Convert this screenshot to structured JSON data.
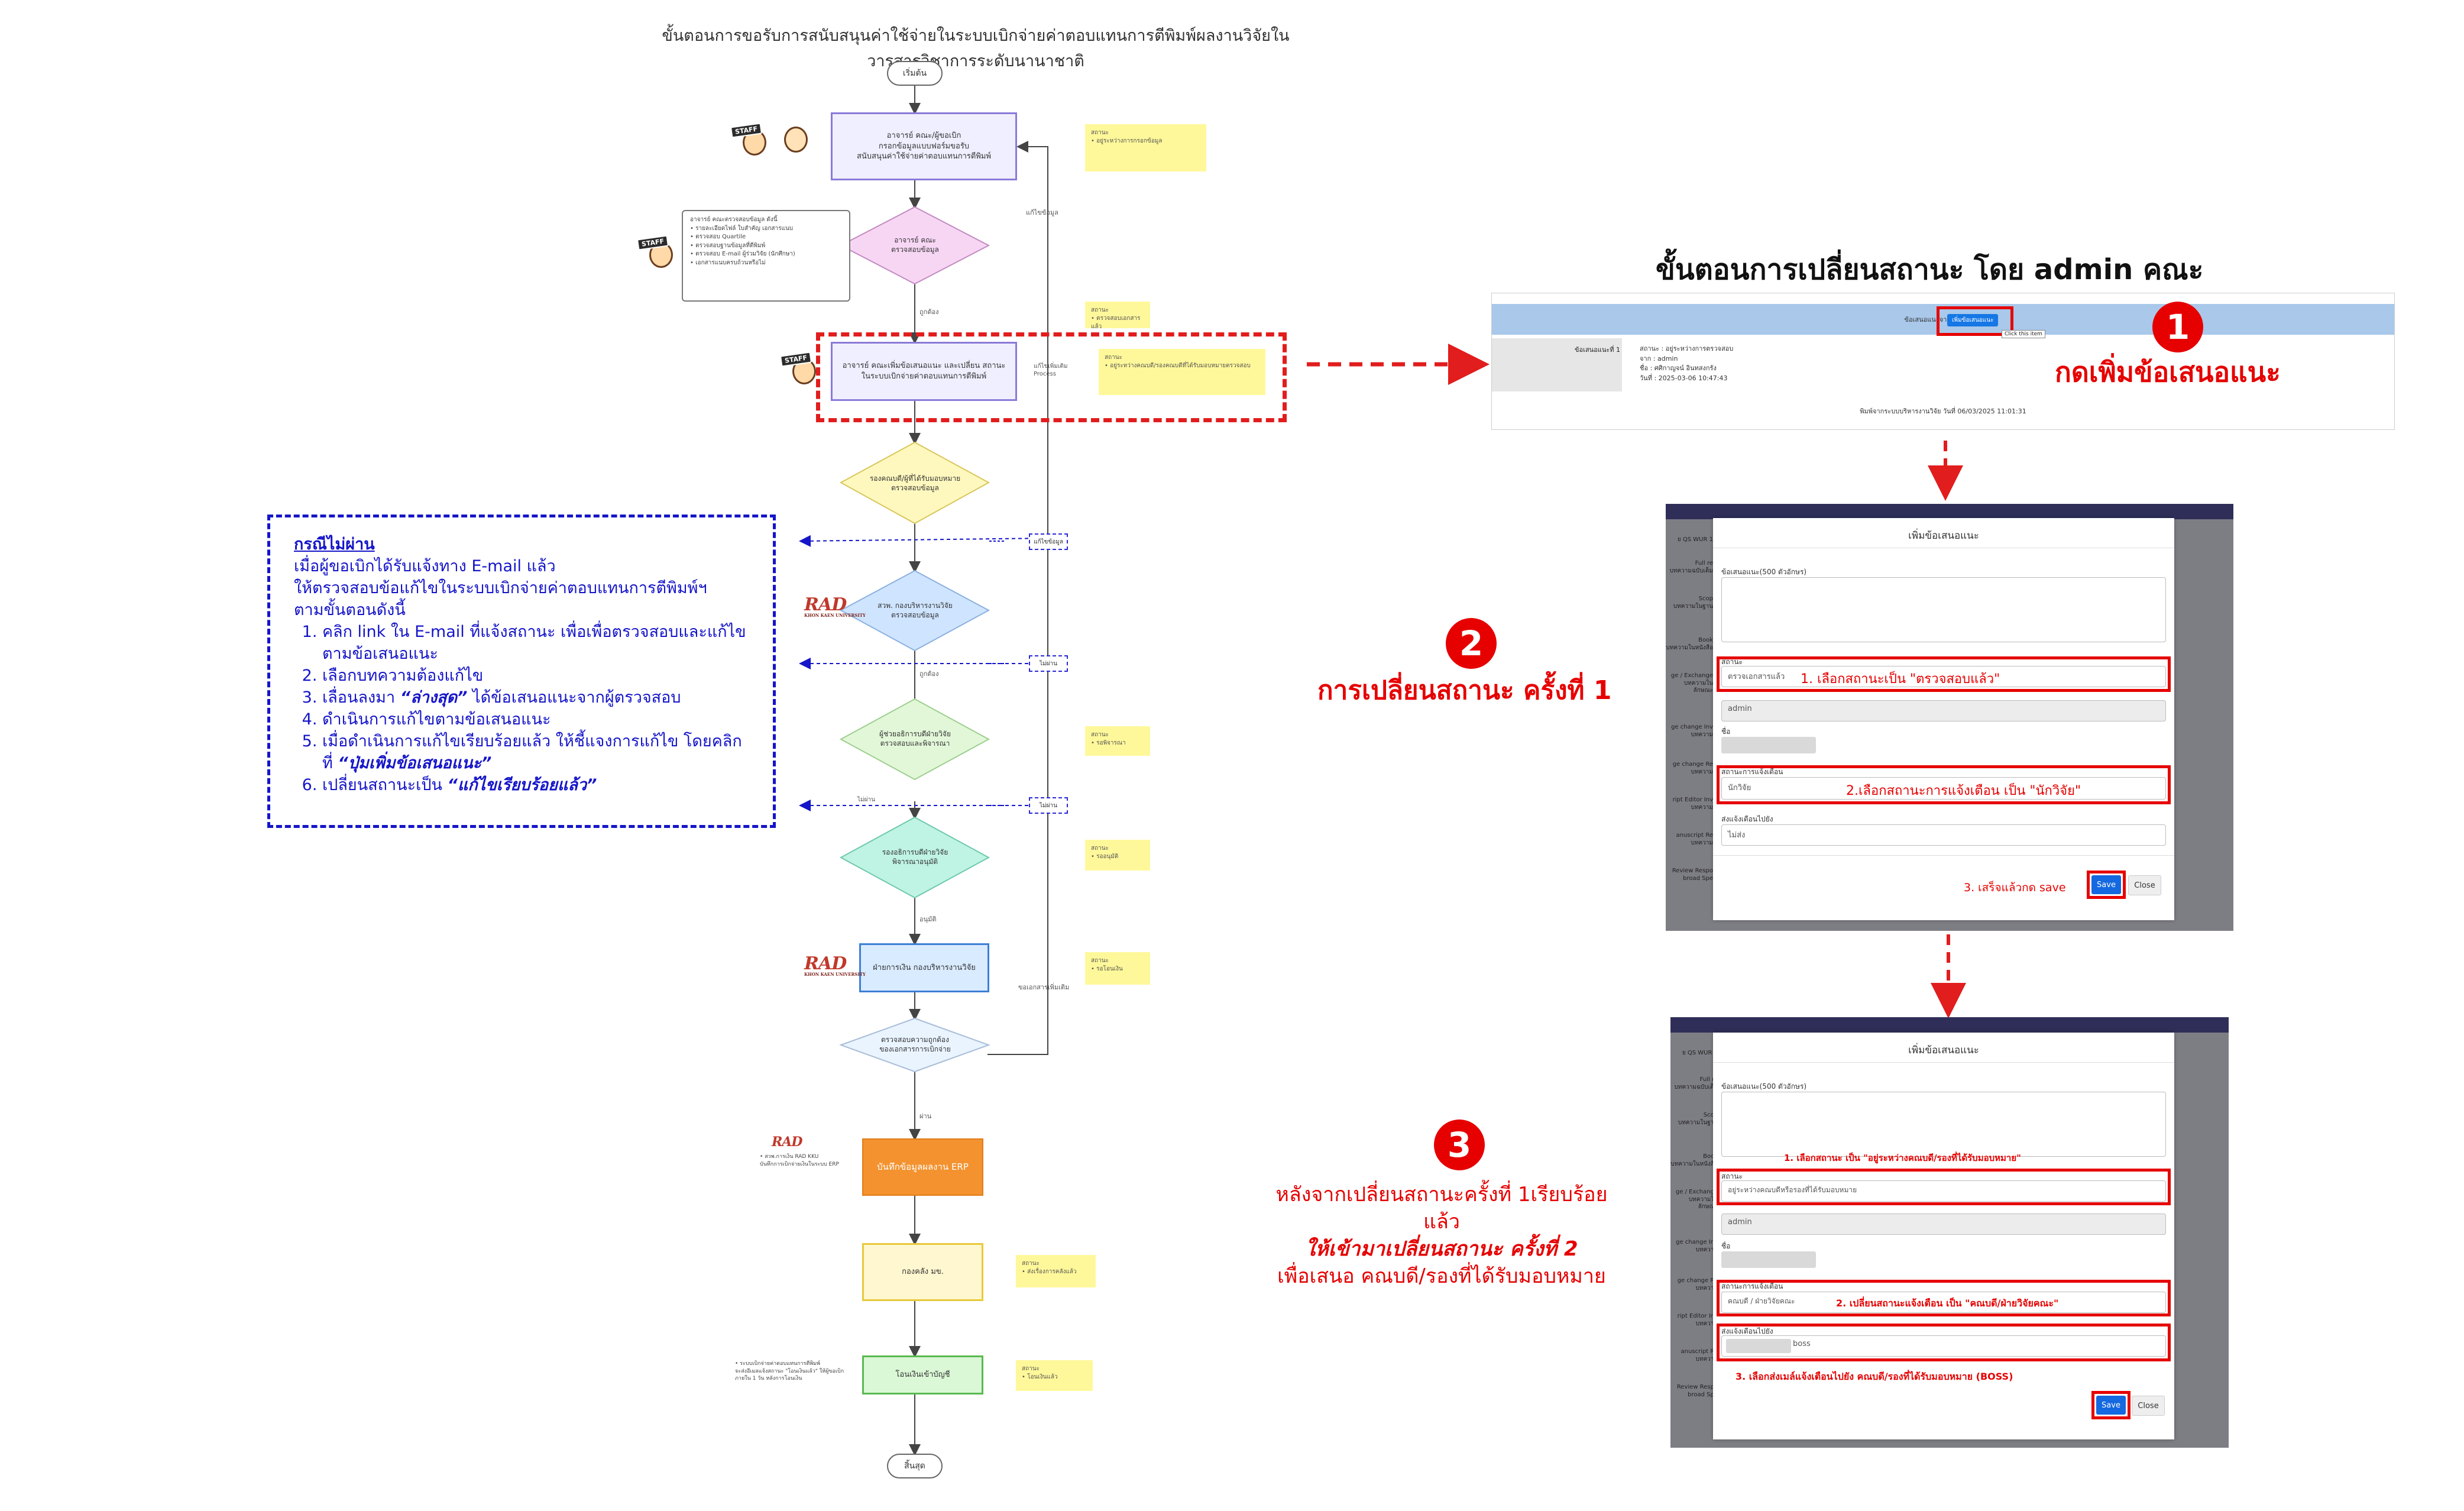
{
  "flow": {
    "title": "ขั้นตอนการขอรับการสนับสนุนค่าใช้จ่ายในระบบเบิกจ่ายค่าตอบแทนการตีพิมพ์ผลงานวิจัยในวารสารวิชาการระดับนานาชาติ",
    "start": "เริ่มต้น",
    "end": "สิ้นสุด",
    "step1": "อาจารย์ คณะ/ผู้ขอเบิก\nกรอกข้อมูลแบบฟอร์มขอรับ\nสนับสนุนค่าใช้จ่ายค่าตอบแทนการตีพิมพ์",
    "decision1": "อาจารย์ คณะ\nตรวจสอบข้อมูล",
    "step2": "อาจารย์ คณะเพิ่มข้อเสนอแนะ และเปลี่ยน สถานะ\nในระบบเบิกจ่ายค่าตอบแทนการตีพิมพ์",
    "decision2": "รองคณบดี/ผู้ที่ได้รับมอบหมาย\nตรวจสอบข้อมูล",
    "decision3": "สวพ. กองบริหารงานวิจัย\nตรวจสอบข้อมูล",
    "decision4": "ผู้ช่วยอธิการบดีฝ่ายวิจัย\nตรวจสอบและพิจารณา",
    "decision5": "รองอธิการบดีฝ่ายวิจัย\nพิจารณาอนุมัติ",
    "step3": "ฝ่ายการเงิน กองบริหารงานวิจัย",
    "decision6": "ตรวจสอบความถูกต้อง\nของเอกสารการเบิกจ่าย",
    "step4": "บันทึกข้อมูลผลงาน ERP",
    "step5": "กองคลัง มข.",
    "step6": "โอนเงินเข้าบัญชี",
    "edge_pass": "ถูกต้อง",
    "edge_approve": "อนุมัติ",
    "edge_pass2": "ผ่าน",
    "edge_fix": "แก้ไขข้อมูล",
    "edge_docs": "ขอเอกสารเพิ่มเติม",
    "process_label": "แก้ไขเพิ่มเติม\nProcess",
    "dash_fix": "แก้ไขข้อมูล",
    "dash_notpass": "ไม่ผ่าน",
    "dash_notpass2": "ไม่ผ่าน",
    "staff_tag": "STAFF",
    "rad_text": "RAD",
    "rad_sub": "KHON KAEN UNIVERSITY",
    "note_checks": "อาจารย์ คณะตรวจสอบข้อมูล ดังนี้\n• รายละเอียดไฟล์ ใบสำคัญ เอกสารแนบ\n• ตรวจสอบ Quartile\n• ตรวจสอบฐานข้อมูลที่ตีพิมพ์\n• ตรวจสอบ E-mail ผู้ร่วมวิจัย (นักศึกษา)\n• เอกสารแนบครบถ้วนหรือไม่",
    "note_rad": "• สวพ.การเงิน RAD KKU\nบันทึกการเบิกจ่ายเงินในระบบ ERP",
    "note_transfer": "• ระบบเบิกจ่ายค่าตอบแทนการตีพิมพ์\nจะส่งอีเมลแจ้งสถานะ \"โอนเงินแล้ว\" ให้ผู้ขอเบิก\nภายใน 1 วัน หลังการโอนเงิน",
    "stickies": [
      "สถานะ\n• อยู่ระหว่างการกรอกข้อมูล",
      "สถานะ\n• ตรวจสอบเอกสารแล้ว",
      "สถานะ\n• อยู่ระหว่างคณบดี/รองคณบดีที่ได้รับมอบหมายตรวจสอบ",
      "สถานะ\n• รอพิจารณา",
      "สถานะ\n• รออนุมัติ",
      "สถานะ\n• รอโอนเงิน",
      "สถานะ\n• ส่งเรื่องการคลังแล้ว",
      "สถานะ\n• โอนเงินแล้ว"
    ]
  },
  "fail_box": {
    "heading": "กรณีไม่ผ่าน",
    "intro1": "เมื่อผู้ขอเบิกได้รับแจ้งทาง E-mail แล้ว",
    "intro2": "ให้ตรวจสอบข้อแก้ไขในระบบเบิกจ่ายค่าตอบแทนการตีพิมพ์ฯ",
    "intro3": "ตามขั้นตอนดังนี้",
    "item1": "คลิก link ใน E-mail ที่แจ้งสถานะ เพื่อเพื่อตรวจสอบและแก้ไขตามข้อเสนอแนะ",
    "item2": "เลือกบทความต้องแก้ไข",
    "item3_a": "เลื่อนลงมา ",
    "item3_b": "“ล่างสุด”",
    "item3_c": " ได้ข้อเสนอแนะจากผู้ตรวจสอบ",
    "item4": "ดำเนินการแก้ไขตามข้อเสนอแนะ",
    "item5_a": "เมื่อดำเนินการแก้ไขเรียบร้อยแล้ว ให้ชี้แจงการแก้ไข โดยคลิกที่ ",
    "item5_b": "“ปุ่มเพิ่มข้อเสนอแนะ”",
    "item6_a": "เปลี่ยนสถานะเป็น ",
    "item6_b": "“แก้ไขเรียบร้อยแล้ว”"
  },
  "right": {
    "title": "ขั้นตอนการเปลี่ยนสถานะ โดย admin คณะ",
    "num1": "1",
    "cap1": "กดเพิ่มข้อเสนอแนะ",
    "num2": "2",
    "cap2": "การเปลี่ยนสถานะ ครั้งที่ 1",
    "num3": "3",
    "cap3_l1": "หลังจากเปลี่ยนสถานะครั้งที่ 1เรียบร้อยแล้ว",
    "cap3_l2": "ให้เข้ามาเปลี่ยนสถานะ ครั้งที่ 2",
    "cap3_l3": "เพื่อเสนอ คณบดี/รองที่ได้รับมอบหมาย"
  },
  "shot1": {
    "bar": "ข้อเสนอแนะจากผู้ตรวจสอบ",
    "btn": "เพิ่มข้อเสนอแนะ",
    "tooltip": "Click this item",
    "row_label": "ข้อเสนอแนะที่ 1",
    "l1": "สถานะ : อยู่ระหว่างการตรวจสอบ",
    "l2": "จาก : admin",
    "l3": "ชื่อ : ศศิกาญจน์ อินทสงกรัง",
    "l4": "วันที่ : 2025-03-06 10:47:43",
    "footer": "พิมพ์จากระบบบริหารงานวิจัย วันที่ 06/03/2025 11:01:31"
  },
  "modal1": {
    "title": "เพิ่มข้อเสนอแนะ",
    "suggest_label": "ข้อเสนอแนะ(500 ตัวอักษร)",
    "status_label": "สถานะ",
    "status_value": "ตรวจเอกสารแล้ว",
    "status_note": "1. เลือกสถานะเป็น \"ตรวจสอบแล้ว\"",
    "from_value": "admin",
    "name_label": "ชื่อ",
    "notify_label": "สถานะการแจ้งเตือน",
    "notify_value": "นักวิจัย",
    "notify_note": "2.เลือกสถานะการแจ้งเตือน เป็น \"นักวิจัย\"",
    "send_label": "ส่งแจ้งเตือนไปยัง",
    "send_value": "ไม่ส่ง",
    "save_note": "3. เสร็จแล้วกด save",
    "save": "Save",
    "close": "Close",
    "side": [
      "ย QS WUR 1",
      "Full re\nบทความฉบับเต็ม",
      "Scop\nบทความในฐาน",
      "Book\nบทความในหนังสือ",
      "ge / Exchange\nบทความในลักษณะ",
      "ge change Inv\nบทความ",
      "ge change Re\nบทความ",
      "ript Editor Inv\nบทความ",
      "anuscript Re\nบทความ",
      "Review Respo\nbroad Spe"
    ]
  },
  "modal2": {
    "title": "เพิ่มข้อเสนอแนะ",
    "suggest_label": "ข้อเสนอแนะ(500 ตัวอักษร)",
    "status_note": "1.   เลือกสถานะ เป็น \"อยู่ระหว่างคณบดี/รองที่ได้รับมอบหมาย\"",
    "status_label": "สถานะ",
    "status_value": "อยู่ระหว่างคณบดีหรือรองที่ได้รับมอบหมาย",
    "from_value": "admin",
    "name_label": "ชื่อ",
    "notify_label": "สถานะการแจ้งเตือน",
    "notify_value": "คณบดี / ฝ่ายวิจัยคณะ",
    "notify_note": "2. เปลี่ยนสถานะแจ้งเตือน เป็น \"คณบดี/ฝ่ายวิจัยคณะ\"",
    "send_label": "ส่งแจ้งเตือนไปยัง",
    "send_value": "boss",
    "send_note": "3. เลือกส่งเมล์แจ้งเตือนไปยัง คณบดี/รองที่ได้รับมอบหมาย (BOSS)",
    "save": "Save",
    "close": "Close",
    "side": [
      "ย QS WUR 1",
      "Full re\nบทความฉบับเต็ม",
      "Scop\nบทความในฐาน",
      "Book\nบทความในหนังสือ",
      "ge / Exchange\nบทความในลักษณะ",
      "ge change Inv\nบทความ",
      "ge change Re\nบทความ",
      "ript Editor Inv\nบทความ",
      "anuscript Re\nบทความ",
      "Review Respo\nbroad Spe"
    ]
  },
  "colors": {
    "red": "#e60000",
    "blue_dash": "#1515c9",
    "sticky": "#fff89a"
  }
}
